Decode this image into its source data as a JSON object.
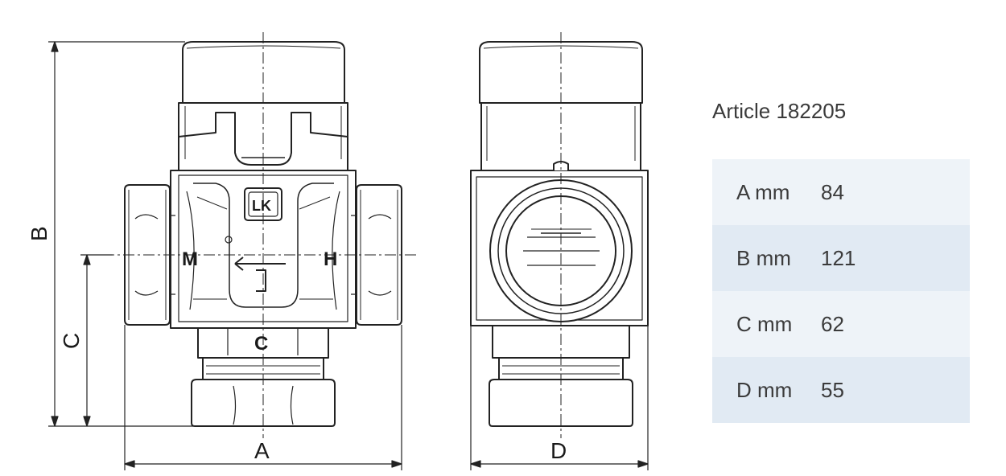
{
  "article_title": "Article 182205",
  "dimension_labels": {
    "a": "A",
    "b": "B",
    "c": "C",
    "d": "D"
  },
  "port_labels": {
    "mixed": "M",
    "hot": "H",
    "cold": "C"
  },
  "logo_text": "LK",
  "dimensions": [
    {
      "label": "A mm",
      "value": "84"
    },
    {
      "label": "B mm",
      "value": "121"
    },
    {
      "label": "C mm",
      "value": "62"
    },
    {
      "label": "D mm",
      "value": "55"
    }
  ]
}
